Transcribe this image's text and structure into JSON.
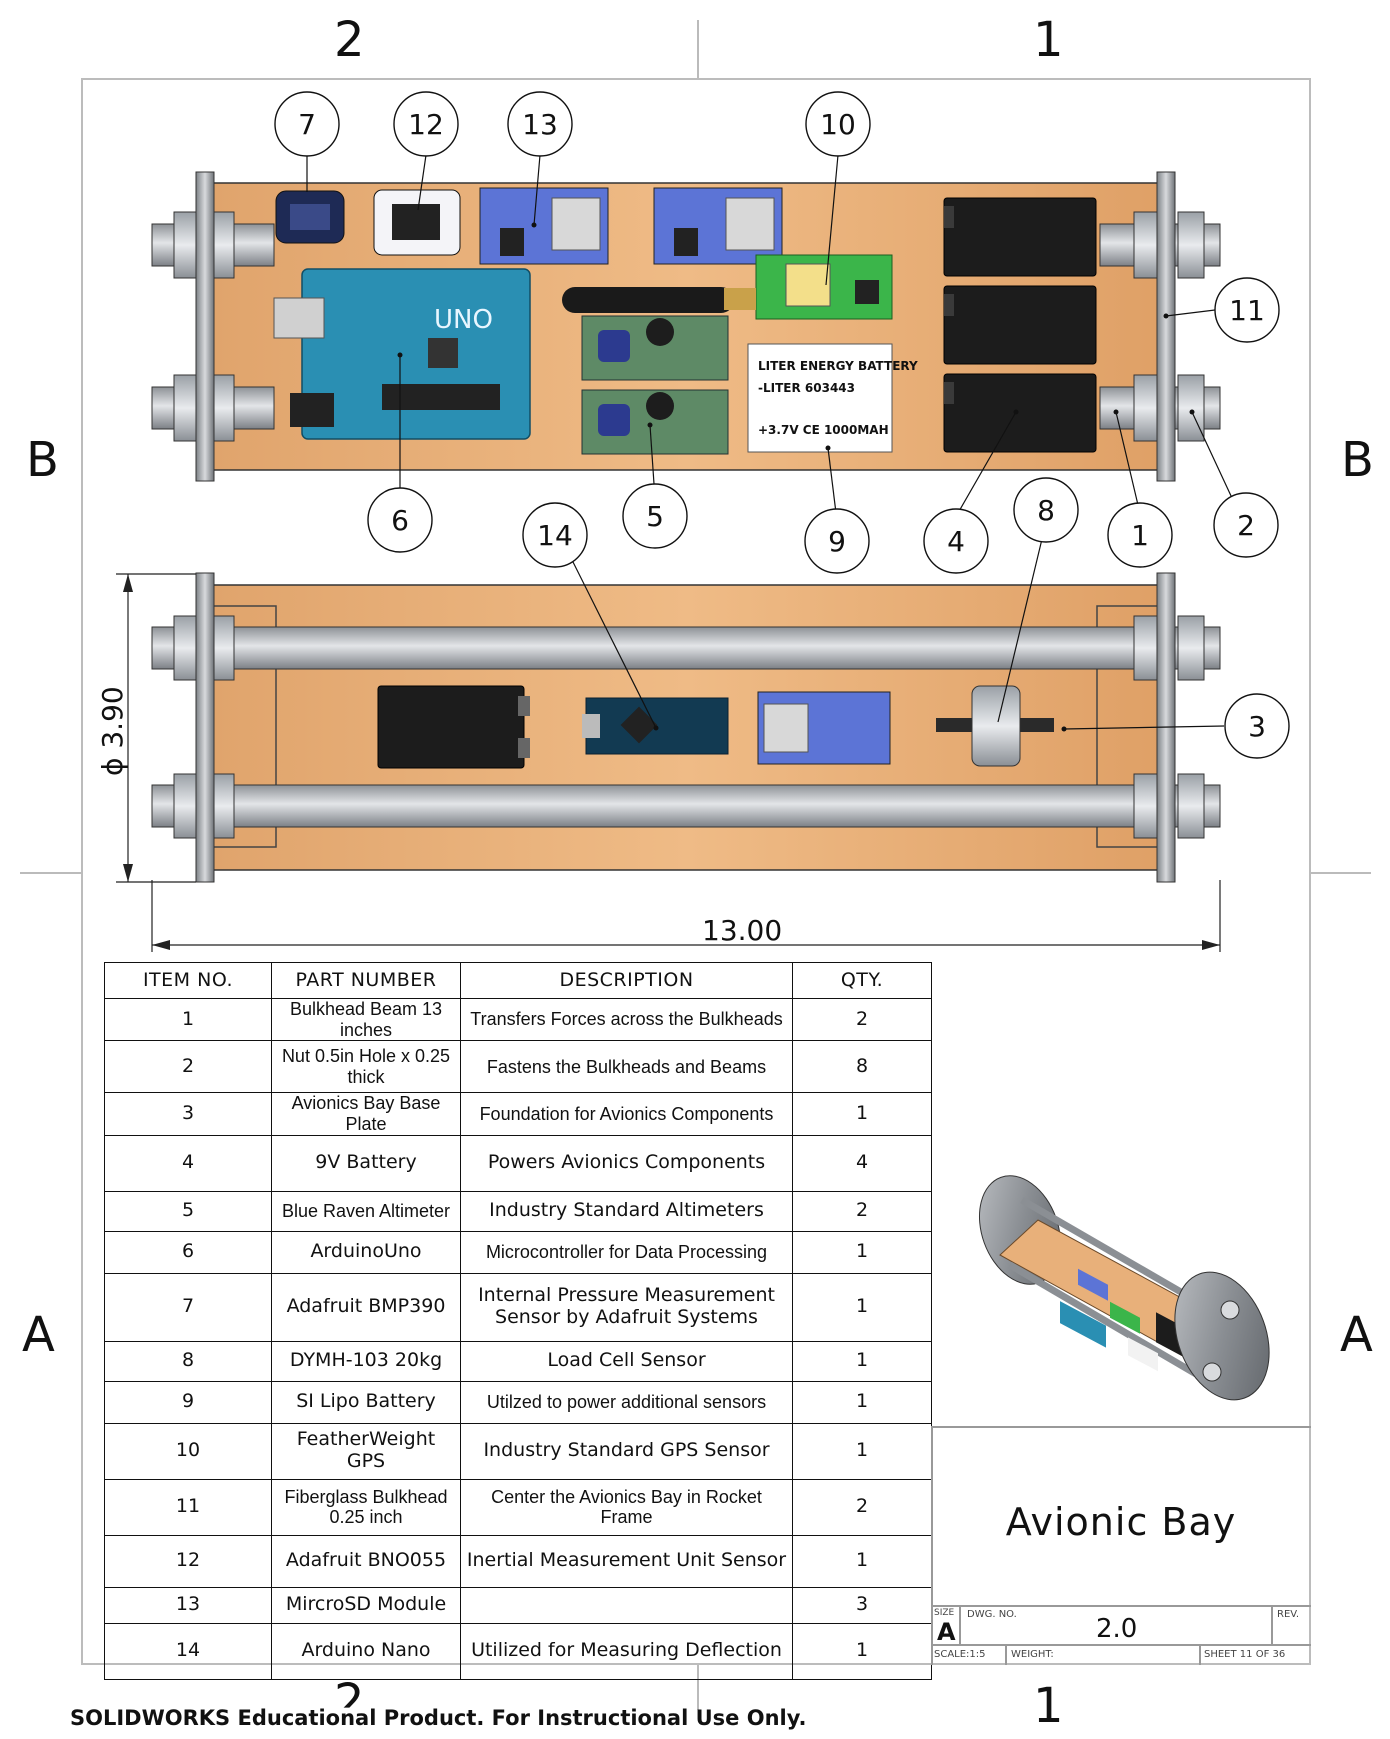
{
  "zones": {
    "top_left": "2",
    "top_right": "1",
    "bottom_left": "2",
    "bottom_right": "1",
    "left_upper": "B",
    "right_upper": "B",
    "left_lower": "A",
    "right_lower": "A"
  },
  "balloons": [
    "7",
    "12",
    "13",
    "10",
    "11",
    "6",
    "5",
    "9",
    "4",
    "8",
    "1",
    "2",
    "14",
    "3"
  ],
  "battery_label": {
    "line1": "LITER ENERGY BATTERY",
    "line2": "-LITER 603443",
    "line3": "+3.7V CE 1000MAH"
  },
  "board_label": "UNO",
  "dimensions": {
    "diameter": "ϕ 3.90",
    "length": "13.00"
  },
  "bom": {
    "headers": [
      "ITEM NO.",
      "PART NUMBER",
      "DESCRIPTION",
      "QTY."
    ],
    "rows": [
      {
        "item": "1",
        "part": "Bulkhead Beam 13 inches",
        "desc": "Transfers Forces across the Bulkheads",
        "qty": "2"
      },
      {
        "item": "2",
        "part": "Nut 0.5in Hole x 0.25 thick",
        "desc": "Fastens the Bulkheads and Beams",
        "qty": "8"
      },
      {
        "item": "3",
        "part": "Avionics Bay Base Plate",
        "desc": "Foundation for Avionics Components",
        "qty": "1"
      },
      {
        "item": "4",
        "part": "9V Battery",
        "desc": "Powers Avionics Components",
        "qty": "4"
      },
      {
        "item": "5",
        "part": "Blue Raven Altimeter",
        "desc": "Industry Standard Altimeters",
        "qty": "2"
      },
      {
        "item": "6",
        "part": "ArduinoUno",
        "desc": "Microcontroller for Data Processing",
        "qty": "1"
      },
      {
        "item": "7",
        "part": "Adafruit BMP390",
        "desc": "Internal Pressure Measurement Sensor by Adafruit Systems",
        "qty": "1"
      },
      {
        "item": "8",
        "part": "DYMH-103 20kg",
        "desc": "Load Cell Sensor",
        "qty": "1"
      },
      {
        "item": "9",
        "part": "SI Lipo Battery",
        "desc": "Utilzed to power additional sensors",
        "qty": "1"
      },
      {
        "item": "10",
        "part": "FeatherWeight GPS",
        "desc": "Industry Standard GPS Sensor",
        "qty": "1"
      },
      {
        "item": "11",
        "part": "Fiberglass Bulkhead 0.25 inch",
        "desc": "Center the Avionics Bay in Rocket Frame",
        "qty": "2"
      },
      {
        "item": "12",
        "part": "Adafruit BNO055",
        "desc": "Inertial Measurement Unit Sensor",
        "qty": "1"
      },
      {
        "item": "13",
        "part": "MircroSD Module",
        "desc": "",
        "qty": "3"
      },
      {
        "item": "14",
        "part": "Arduino Nano",
        "desc": "Utilized for Measuring Deflection",
        "qty": "1"
      }
    ]
  },
  "title_block": {
    "title": "Avionic Bay",
    "size_label": "SIZE",
    "size": "A",
    "dwg_label": "DWG.  NO.",
    "dwg_no": "2.0",
    "rev_label": "REV.",
    "scale": "SCALE:1:5",
    "weight": "WEIGHT:",
    "sheet": "SHEET 11 OF 36"
  },
  "footer": "SOLIDWORKS Educational Product. For Instructional Use Only.",
  "colors": {
    "wood": "#e8b07a",
    "steel": "#bfc2c6",
    "pcb_blue": "#5c74d6",
    "uno_teal": "#2a8fb3",
    "gps_green": "#3bb54a",
    "battery_black": "#1c1c1c"
  }
}
